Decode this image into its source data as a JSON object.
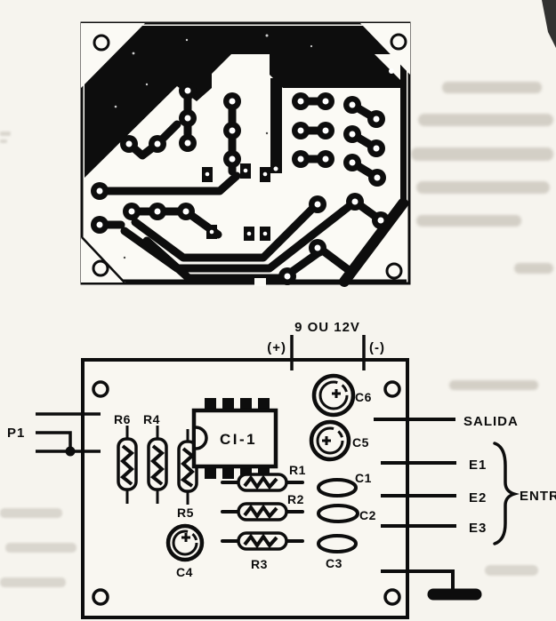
{
  "page": {
    "kind": "scanned magazine figure",
    "paper_color": "#f6f4ee",
    "ink_color": "#0d0d0d",
    "bleed_color": "#b7b1a6"
  },
  "pcb": {
    "description": "printed circuit board copper-side layout",
    "board_color": "#fbfaf5",
    "mounting_holes": 4
  },
  "placement": {
    "description": "component placement diagram",
    "power": {
      "label": "9 OU 12V",
      "positive": "(+)",
      "negative": "(-)"
    },
    "left": {
      "pot_label": "P1"
    },
    "right": {
      "output_label": "SALIDA",
      "inputs": [
        {
          "label": "E1"
        },
        {
          "label": "E2"
        },
        {
          "label": "E3"
        }
      ],
      "inputs_group_label": "ENTR"
    },
    "components": {
      "ic_label": "CI-1",
      "vertical_resistors": [
        {
          "label": "R6"
        },
        {
          "label": "R4"
        },
        {
          "label": "R5"
        }
      ],
      "horizontal_resistors": [
        {
          "label": "R1"
        },
        {
          "label": "R2"
        },
        {
          "label": "R3"
        }
      ],
      "disc_capacitors": [
        {
          "label": "C1"
        },
        {
          "label": "C2"
        },
        {
          "label": "C3"
        }
      ],
      "electrolytic_capacitors": [
        {
          "label": "C4"
        },
        {
          "label": "C5"
        },
        {
          "label": "C6"
        }
      ]
    }
  }
}
